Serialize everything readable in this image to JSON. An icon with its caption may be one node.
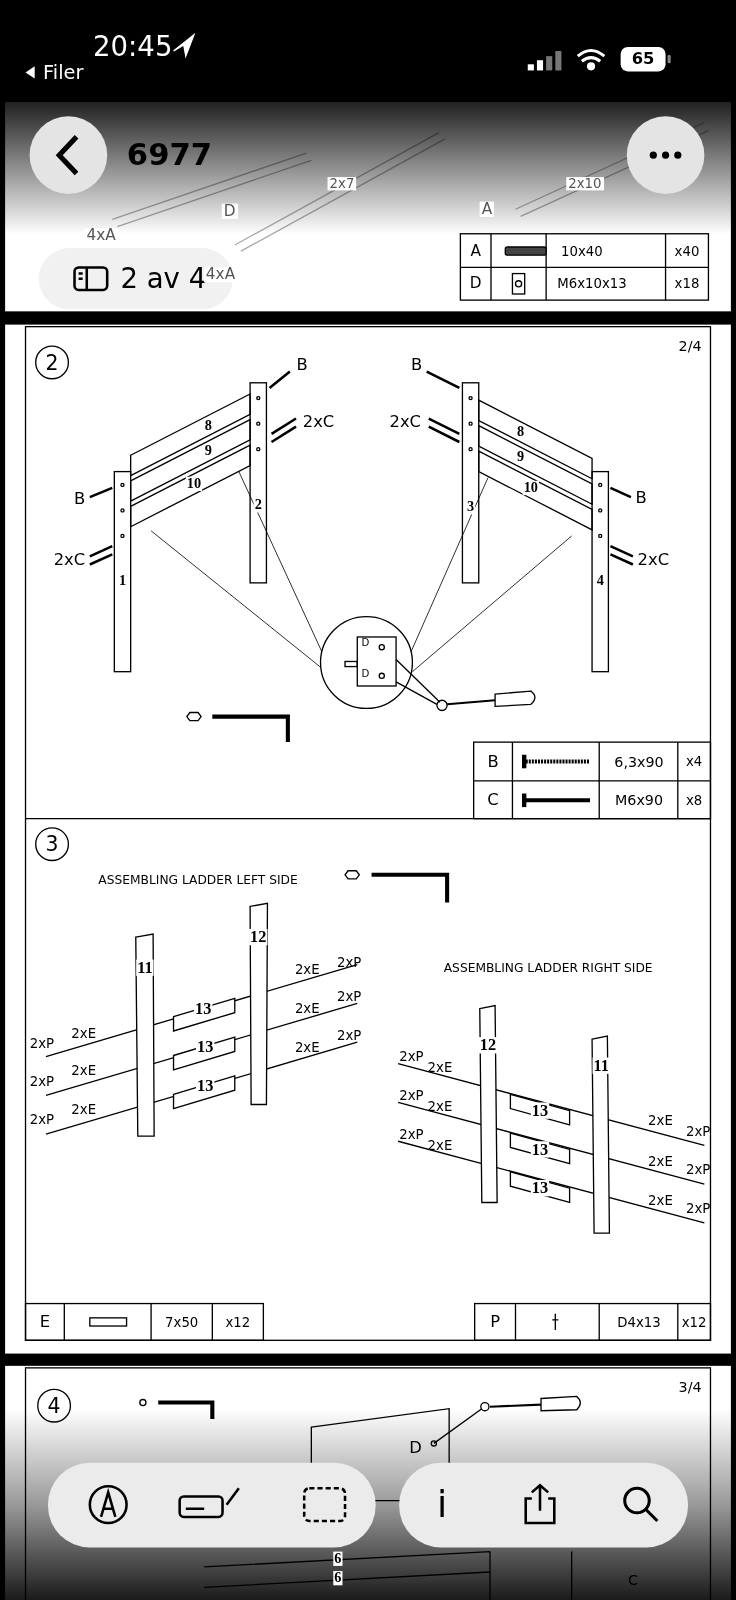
{
  "diagram": {
    "title": "6977",
    "labels": [
      "20:45",
      "65",
      "Filer",
      "2x7",
      "2x10",
      "D",
      "A",
      "4xA",
      "A",
      "10x40",
      "x40",
      "2 av 4",
      "4xA",
      "D",
      "M6x10x13",
      "x18",
      "2/4",
      "2",
      "B",
      "B",
      "8",
      "2xC",
      "2xC",
      "8",
      "9",
      "9",
      "B",
      "10",
      "2",
      "3",
      "10",
      "B",
      "2xC",
      "2xC",
      "1",
      "4",
      "D",
      "D",
      "B",
      "6,3x90",
      "x4",
      "C",
      "M6x90",
      "x8",
      "3",
      "ASSEMBLING LADDER LEFT SIDE",
      "12",
      "11",
      "2xE",
      "2xP",
      "ASSEMBLING LADDER RIGHT SIDE",
      "13",
      "2xE",
      "2xP",
      "2xP",
      "2xE",
      "13",
      "2xE",
      "2xP",
      "12",
      "2xP",
      "2xE",
      "13",
      "2xP",
      "2xE",
      "11",
      "2xP",
      "2xE",
      "2xP",
      "2xE",
      "13",
      "2xE",
      "2xP",
      "2xP",
      "2xE",
      "13",
      "2xE",
      "2xP",
      "13",
      "2xE",
      "2xP",
      "E",
      "7x50",
      "x12",
      "P",
      "D4x13",
      "x12",
      "3/4",
      "4",
      "D",
      "i",
      "6",
      "6",
      "C"
    ]
  }
}
